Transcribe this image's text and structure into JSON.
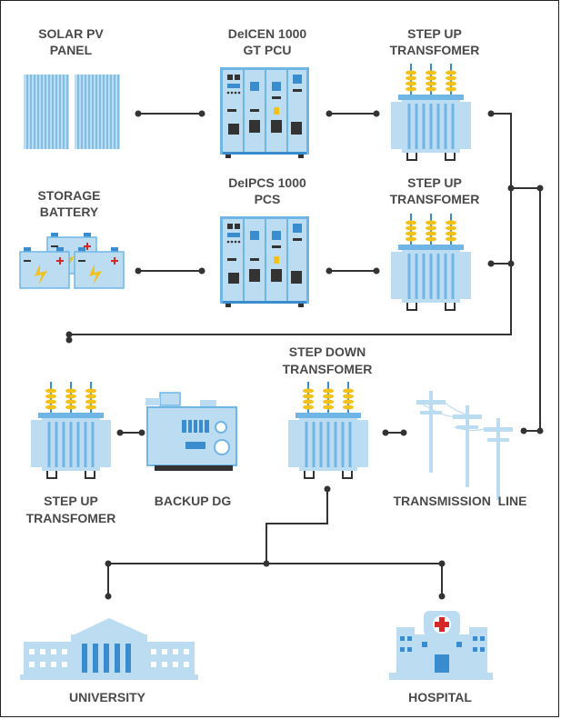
{
  "labels": {
    "solar_1": "SOLAR PV",
    "solar_2": "PANEL",
    "pcu_1": "DeICEN 1000",
    "pcu_2": "GT PCU",
    "stepup_a_1": "STEP UP",
    "stepup_a_2": "TRANSFOMER",
    "storage_1": "STORAGE",
    "storage_2": "BATTERY",
    "pcs_1": "DeIPCS 1000",
    "pcs_2": "PCS",
    "stepup_b_1": "STEP UP",
    "stepup_b_2": "TRANSFOMER",
    "stepdown_1": "STEP DOWN",
    "stepdown_2": "TRANSFOMER",
    "stepup_c_1": "STEP UP",
    "stepup_c_2": "TRANSFOMER",
    "backup_dg": "BACKUP DG",
    "transmission": "TRANSMISSION  LINE",
    "university": "UNIVERSITY",
    "hospital": "HOSPITAL"
  },
  "colors": {
    "light_blue": "#bcdcf2",
    "mid_blue": "#6fb6e6",
    "dark_blue": "#3a8ccf",
    "insulator_yellow": "#f2c21b",
    "line": "#333333",
    "label": "#4a4a4a",
    "hospital_cross": "#d62828"
  },
  "icons": {
    "solar": "solar-panel-icon",
    "pcu": "inverter-cabinet-icon",
    "transformer": "transformer-icon",
    "battery": "battery-icon",
    "generator": "diesel-generator-icon",
    "pole": "power-pole-icon",
    "university": "university-building-icon",
    "hospital": "hospital-building-icon"
  }
}
